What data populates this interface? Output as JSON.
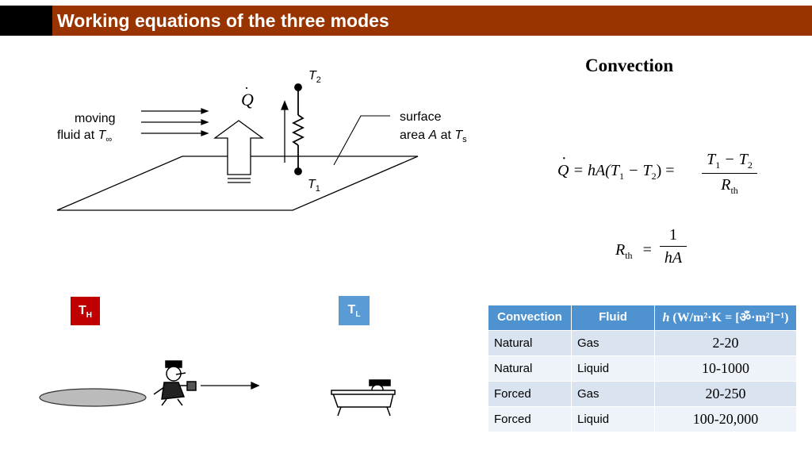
{
  "slide": {
    "title": "Working equations of the three modes",
    "heading": "Convection",
    "colors": {
      "title_bar": "#993300",
      "th_badge": "#c00000",
      "tl_badge": "#5b9bd5",
      "table_header": "#4f92d0"
    }
  },
  "diagram": {
    "moving_line1": "moving",
    "moving_line2": "fluid at",
    "t_inf": "T",
    "t_inf_sub": "∞",
    "surface_line1": "surface",
    "surface_line2_a": "area ",
    "surface_line2_b": "A",
    "surface_line2_c": " at ",
    "t_s": "T",
    "t_s_sub": "s",
    "t2": "T",
    "t2_sub": "2",
    "t1": "T",
    "t1_sub": "1",
    "qdot": "Q"
  },
  "equations": {
    "eq1_lhs": "Q",
    "eq1_mid": "= hA(T",
    "eq1_s1": "1",
    "eq1_minus": " − T",
    "eq1_s2": "2",
    "eq1_close": ") =",
    "eq1_num_a": "T",
    "eq1_num_s1": "1",
    "eq1_num_minus": " − T",
    "eq1_num_s2": "2",
    "eq1_den": "R",
    "eq1_den_sub": "th",
    "eq2_lhs": "R",
    "eq2_lhs_sub": "th",
    "eq2_eq": "=",
    "eq2_num": "1",
    "eq2_den": "hA"
  },
  "badges": {
    "th": "T",
    "th_sub": "H",
    "tl": "T",
    "tl_sub": "L"
  },
  "table": {
    "headers": [
      "Convection",
      "Fluid"
    ],
    "h_header_a": "h",
    "h_header_b": " (W/m²·K = [",
    "h_header_c": "ॐ·m²]⁻¹)",
    "rows": [
      [
        "Natural",
        "Gas",
        "2-20"
      ],
      [
        "Natural",
        "Liquid",
        "10-1000"
      ],
      [
        "Forced",
        "Gas",
        "20-250"
      ],
      [
        "Forced",
        "Liquid",
        "100-20,000"
      ]
    ]
  }
}
